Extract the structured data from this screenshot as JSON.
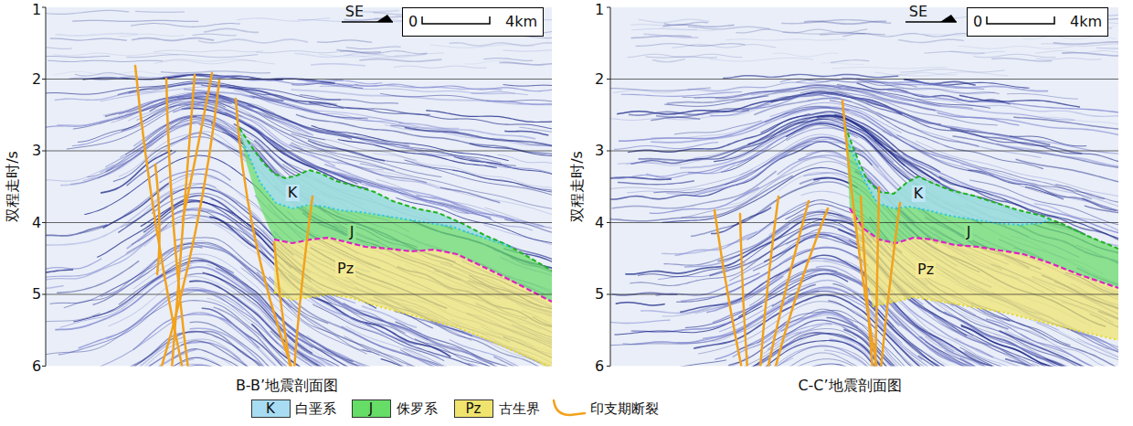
{
  "diagram": {
    "nodes": [
      {
        "text": [
          "0",
          "4km"
        ]
      },
      {
        "text": [
          "0",
          "4km"
        ]
      }
    ],
    "labels": [
      "1",
      "2",
      "3",
      "4",
      "5",
      "6",
      "双程走时/s",
      "SE",
      "K",
      "J",
      "Pz",
      "B-B’地震剖面图",
      "1",
      "2",
      "3",
      "4",
      "5",
      "6",
      "双程走时/s",
      "SE",
      "K",
      "J",
      "Pz",
      "C-C’地震剖面图",
      "K",
      "J",
      "Pz"
    ],
    "legend": [
      {
        "text": "白垩系",
        "color": "#a8dcf2"
      },
      {
        "text": "侏罗系",
        "color": "#66dd66"
      },
      {
        "text": "古生界",
        "color": "#f0e46e"
      },
      {
        "text": "印支期断裂"
      }
    ]
  }
}
